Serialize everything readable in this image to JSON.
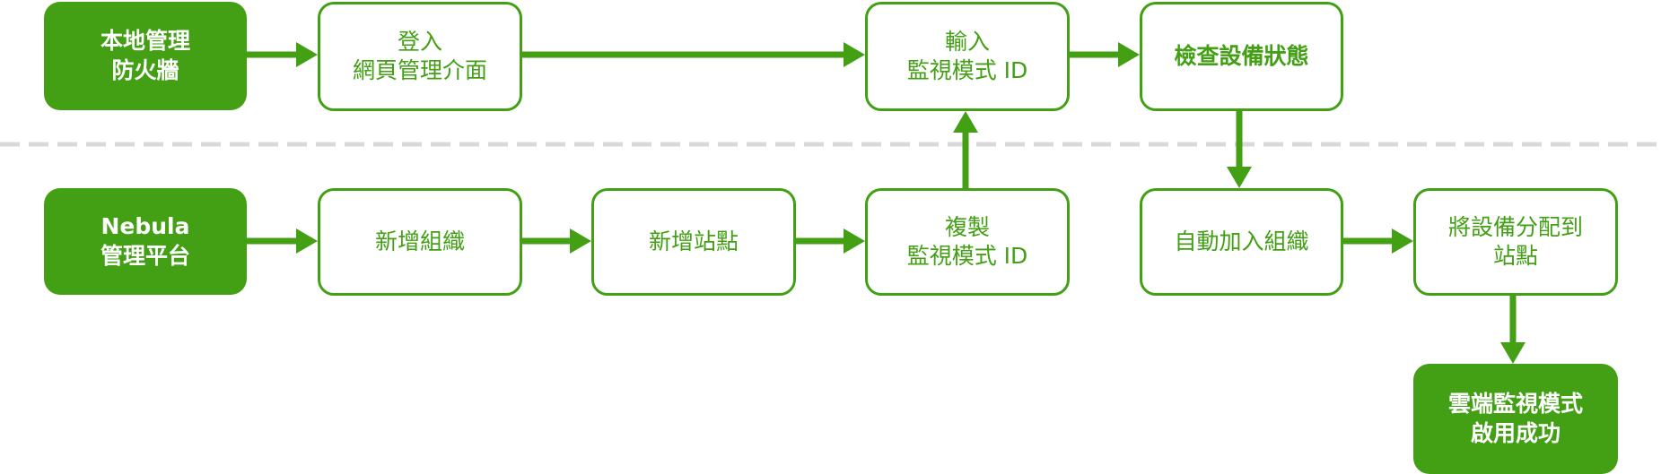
{
  "colors": {
    "accent": "#43a015",
    "divider": "#d9d9d9",
    "background": "#ffffff"
  },
  "nodes": {
    "local_firewall": {
      "lines": [
        "本地管理",
        "防火牆"
      ]
    },
    "web_login": {
      "lines": [
        "登入",
        "網頁管理介面"
      ]
    },
    "enter_id": {
      "lines": [
        "輸入",
        "監視模式 ID"
      ]
    },
    "check_status": {
      "lines": [
        "檢查設備狀態"
      ]
    },
    "nebula": {
      "lines": [
        "Nebula",
        "管理平台"
      ]
    },
    "add_org": {
      "lines": [
        "新增組織"
      ]
    },
    "add_site": {
      "lines": [
        "新增站點"
      ]
    },
    "copy_id": {
      "lines": [
        "複製",
        "監視模式 ID"
      ]
    },
    "auto_join": {
      "lines": [
        "自動加入組織"
      ]
    },
    "assign_site": {
      "lines": [
        "將設備分配到",
        "站點"
      ]
    },
    "cloud_success": {
      "lines": [
        "雲端監視模式",
        "啟用成功"
      ]
    }
  }
}
